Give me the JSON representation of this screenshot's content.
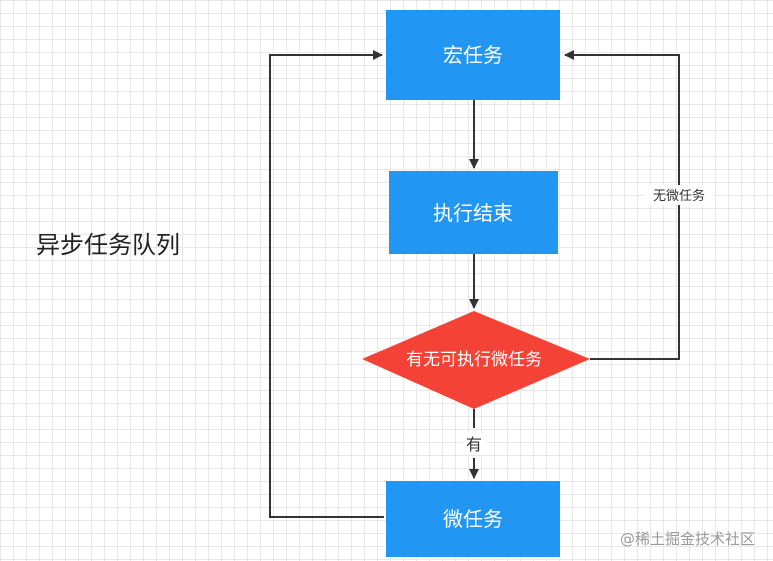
{
  "diagram": {
    "side_title": "异步任务队列",
    "nodes": {
      "macrotask": "宏任务",
      "exec_done": "执行结束",
      "decision": "有无可执行微任务",
      "microtask": "微任务"
    },
    "edges": {
      "no_micro": "无微任务",
      "yes": "有"
    },
    "colors": {
      "box": "#2196f3",
      "diamond": "#f44336",
      "line": "#333333"
    }
  },
  "watermark": "@稀土掘金技术社区"
}
